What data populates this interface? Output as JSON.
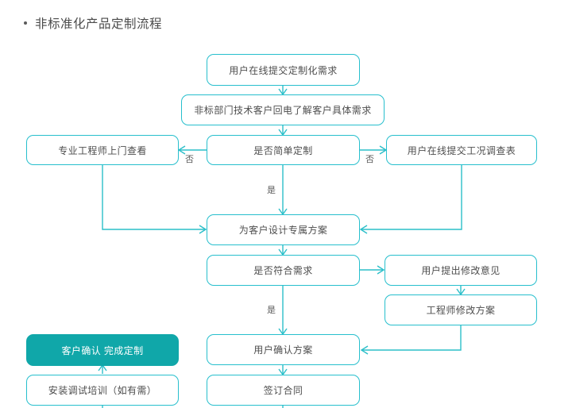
{
  "page": {
    "title": "非标准化产品定制流程",
    "bullet": "bullet-dot",
    "background_color": "#ffffff",
    "accent_color": "#27bfcd",
    "filled_color": "#10a7a9",
    "text_color": "#4d4d4d"
  },
  "flowchart": {
    "type": "flowchart",
    "nodes": [
      {
        "id": "n1",
        "label": "用户在线提交定制化需求",
        "style": "outline"
      },
      {
        "id": "n2",
        "label": "非标部门技术客户回电了解客户具体需求",
        "style": "outline"
      },
      {
        "id": "n3",
        "label": "专业工程师上门查看",
        "style": "outline"
      },
      {
        "id": "n4",
        "label": "是否简单定制",
        "style": "outline"
      },
      {
        "id": "n5",
        "label": "用户在线提交工况调查表",
        "style": "outline"
      },
      {
        "id": "n6",
        "label": "为客户设计专属方案",
        "style": "outline"
      },
      {
        "id": "n7",
        "label": "是否符合需求",
        "style": "outline"
      },
      {
        "id": "n8",
        "label": "用户提出修改意见",
        "style": "outline"
      },
      {
        "id": "n9",
        "label": "工程师修改方案",
        "style": "outline"
      },
      {
        "id": "n10",
        "label": "客户确认 完成定制",
        "style": "filled"
      },
      {
        "id": "n11",
        "label": "用户确认方案",
        "style": "outline"
      },
      {
        "id": "n12",
        "label": "安装调试培训（如有需）",
        "style": "outline"
      },
      {
        "id": "n13",
        "label": "签订合同",
        "style": "outline"
      }
    ],
    "edge_labels": {
      "no_left": "否",
      "no_right": "否",
      "yes_top": "是",
      "yes_bottom": "是"
    }
  }
}
